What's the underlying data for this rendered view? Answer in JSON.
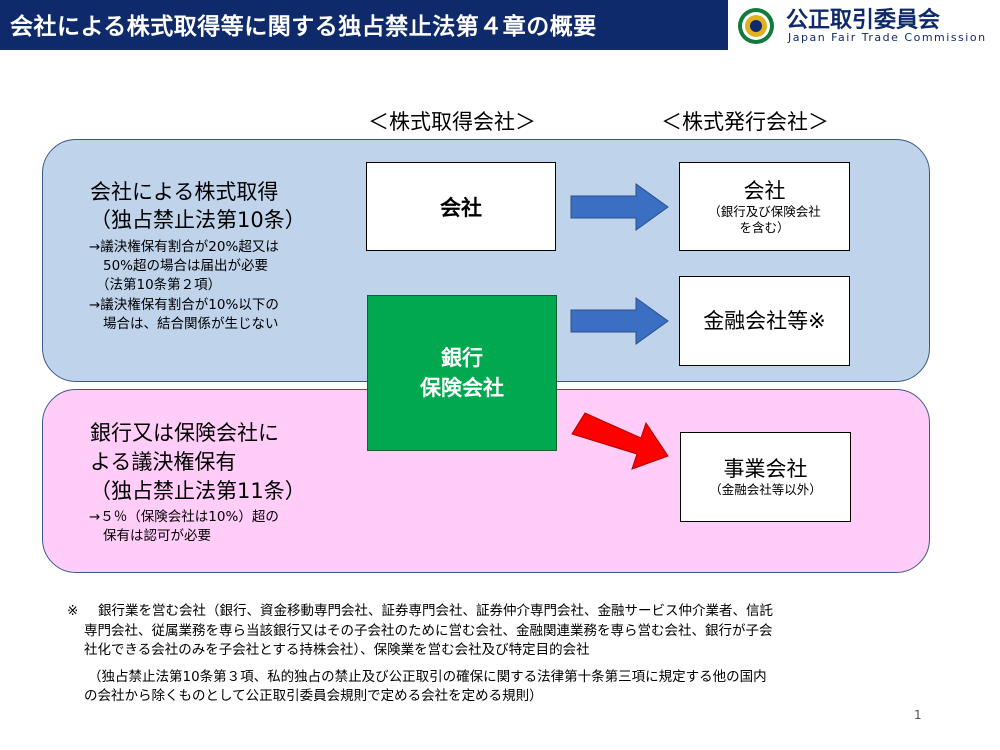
{
  "header": {
    "title": "会社による株式取得等に関する独占禁止法第４章の概要",
    "org_name": "公正取引委員会",
    "org_name_en": "Japan Fair Trade Commission"
  },
  "columns": {
    "acquirer": "＜株式取得会社＞",
    "issuer": "＜株式発行会社＞"
  },
  "section_company": {
    "title_1": "会社による株式取得",
    "title_2": "（独占禁止法第10条）",
    "note_1": "→議決権保有割合が20%超又は",
    "note_2": "50%超の場合は届出が必要",
    "note_3": "（法第10条第２項）",
    "note_4": "→議決権保有割合が10%以下の",
    "note_5": "場合は、結合関係が生じない"
  },
  "section_bank": {
    "title_1": "銀行又は保険会社に",
    "title_2": "よる議決権保有",
    "title_3": "（独占禁止法第11条）",
    "note_1": "→５％（保険会社は10%）超の",
    "note_2": "保有は認可が必要"
  },
  "boxes": {
    "acquirer_company": "会社",
    "bank_1": "銀行",
    "bank_2": "保険会社",
    "target_company": "会社",
    "target_company_sub_1": "（銀行及び保険会社",
    "target_company_sub_2": "を含む）",
    "target_financial": "金融会社等※",
    "target_business": "事業会社",
    "target_business_sub": "（金融会社等以外）"
  },
  "footnote": {
    "mark": "※",
    "line_1": "銀行業を営む会社（銀行、資金移動専門会社、証券専門会社、証券仲介専門会社、金融サービス仲介業者、信託",
    "line_2": "専門会社、従属業務を専ら当該銀行又はその子会社のために営む会社、金融関連業務を専ら営む会社、銀行が子会",
    "line_3": "社化できる会社のみを子会社とする持株会社）、保険業を営む会社及び特定目的会社",
    "line_4": "（独占禁止法第10条第３項、私的独占の禁止及び公正取引の確保に関する法律第十条第三項に規定する他の国内",
    "line_5": "の会社から除くものとして公正取引委員会規則で定める会社を定める規則）"
  },
  "page_number": "1",
  "colors": {
    "title_bar": "#0f2a6b",
    "panel_blue": "#bfd3eb",
    "panel_pink": "#ffcdf8",
    "bank_box": "#00a94f",
    "arrow_blue": "#3b6fc4",
    "arrow_red": "#ff0000"
  }
}
